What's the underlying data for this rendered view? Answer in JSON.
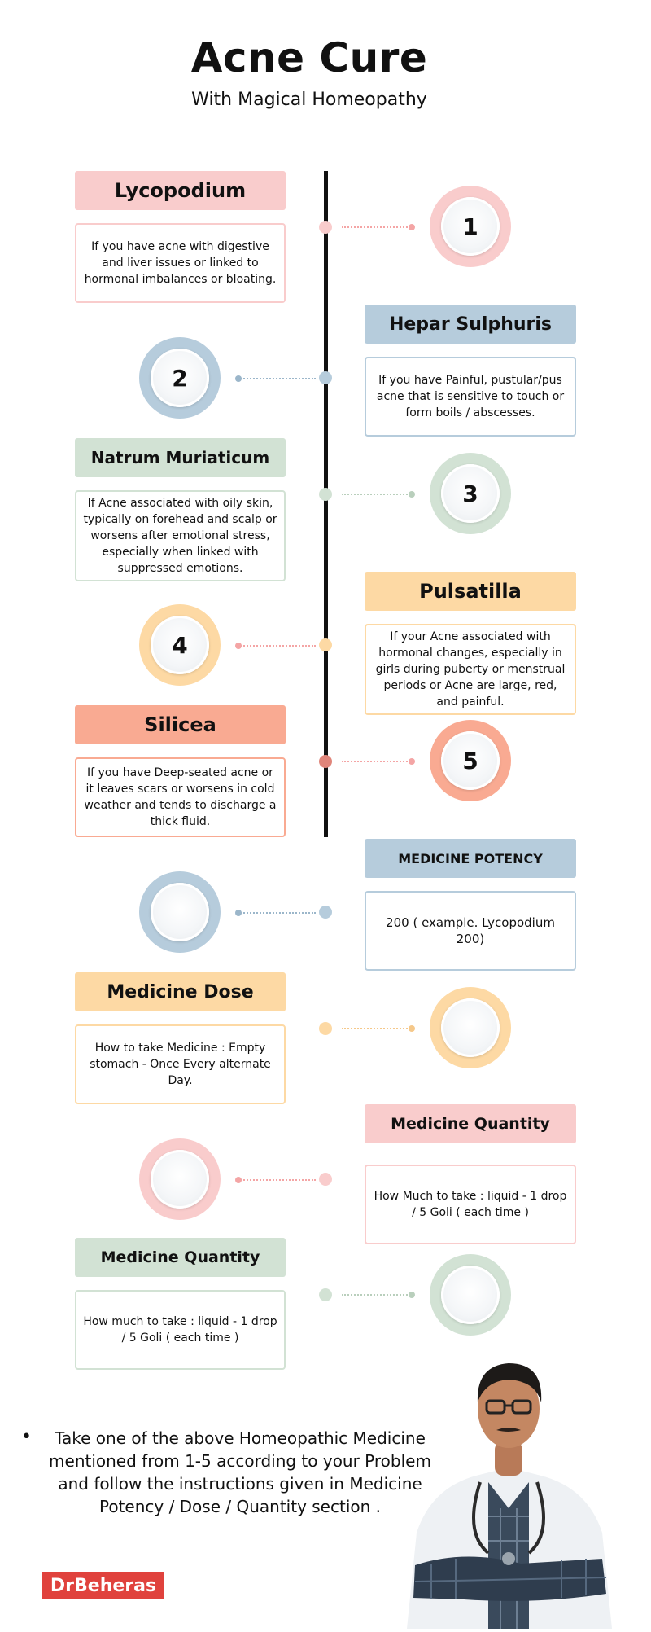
{
  "title": "Acne Cure",
  "subtitle": "With Magical Homeopathy",
  "colors": {
    "pink": "#f9cccc",
    "blue": "#b6ccdc",
    "green": "#d2e2d4",
    "peach": "#fdd9a4",
    "salmon": "#f9aa92",
    "brand_red": "#e0423d"
  },
  "remedies": [
    {
      "number": "1",
      "name": "Lycopodium",
      "description": "If you have acne with digestive and liver issues or linked to hormonal imbalances or bloating."
    },
    {
      "number": "2",
      "name": "Hepar Sulphuris",
      "description": "If you have Painful, pustular/pus acne that is sensitive to touch or form boils / abscesses."
    },
    {
      "number": "3",
      "name": "Natrum Muriaticum",
      "description": "If Acne associated with oily skin, typically on forehead and scalp or worsens after emotional stress, especially when linked with suppressed emotions."
    },
    {
      "number": "4",
      "name": "Pulsatilla",
      "description": "If your Acne associated with hormonal changes, especially in girls during puberty or menstrual periods or Acne are large, red, and painful."
    },
    {
      "number": "5",
      "name": "Silicea",
      "description": "If you have Deep-seated acne or it leaves scars or worsens in cold weather and tends to discharge a thick fluid."
    }
  ],
  "info": [
    {
      "title": "MEDICINE POTENCY",
      "text": "200 ( example. Lycopodium 200)"
    },
    {
      "title": "Medicine Dose",
      "text": "How to take Medicine : Empty stomach - Once Every alternate Day."
    },
    {
      "title": "Medicine Quantity",
      "text": "How Much to take : liquid - 1 drop / 5 Goli ( each time )"
    },
    {
      "title": "Medicine Quantity",
      "text": "How much to take : liquid - 1 drop / 5 Goli ( each time )"
    }
  ],
  "footer": {
    "bullet": "•",
    "text": "Take one of the above Homeopathic Medicine mentioned from 1-5 according to your Problem and follow the instructions given in Medicine Potency / Dose / Quantity section ."
  },
  "brand": "DrBeheras",
  "icons": {
    "doctor": "doctor-photo"
  }
}
